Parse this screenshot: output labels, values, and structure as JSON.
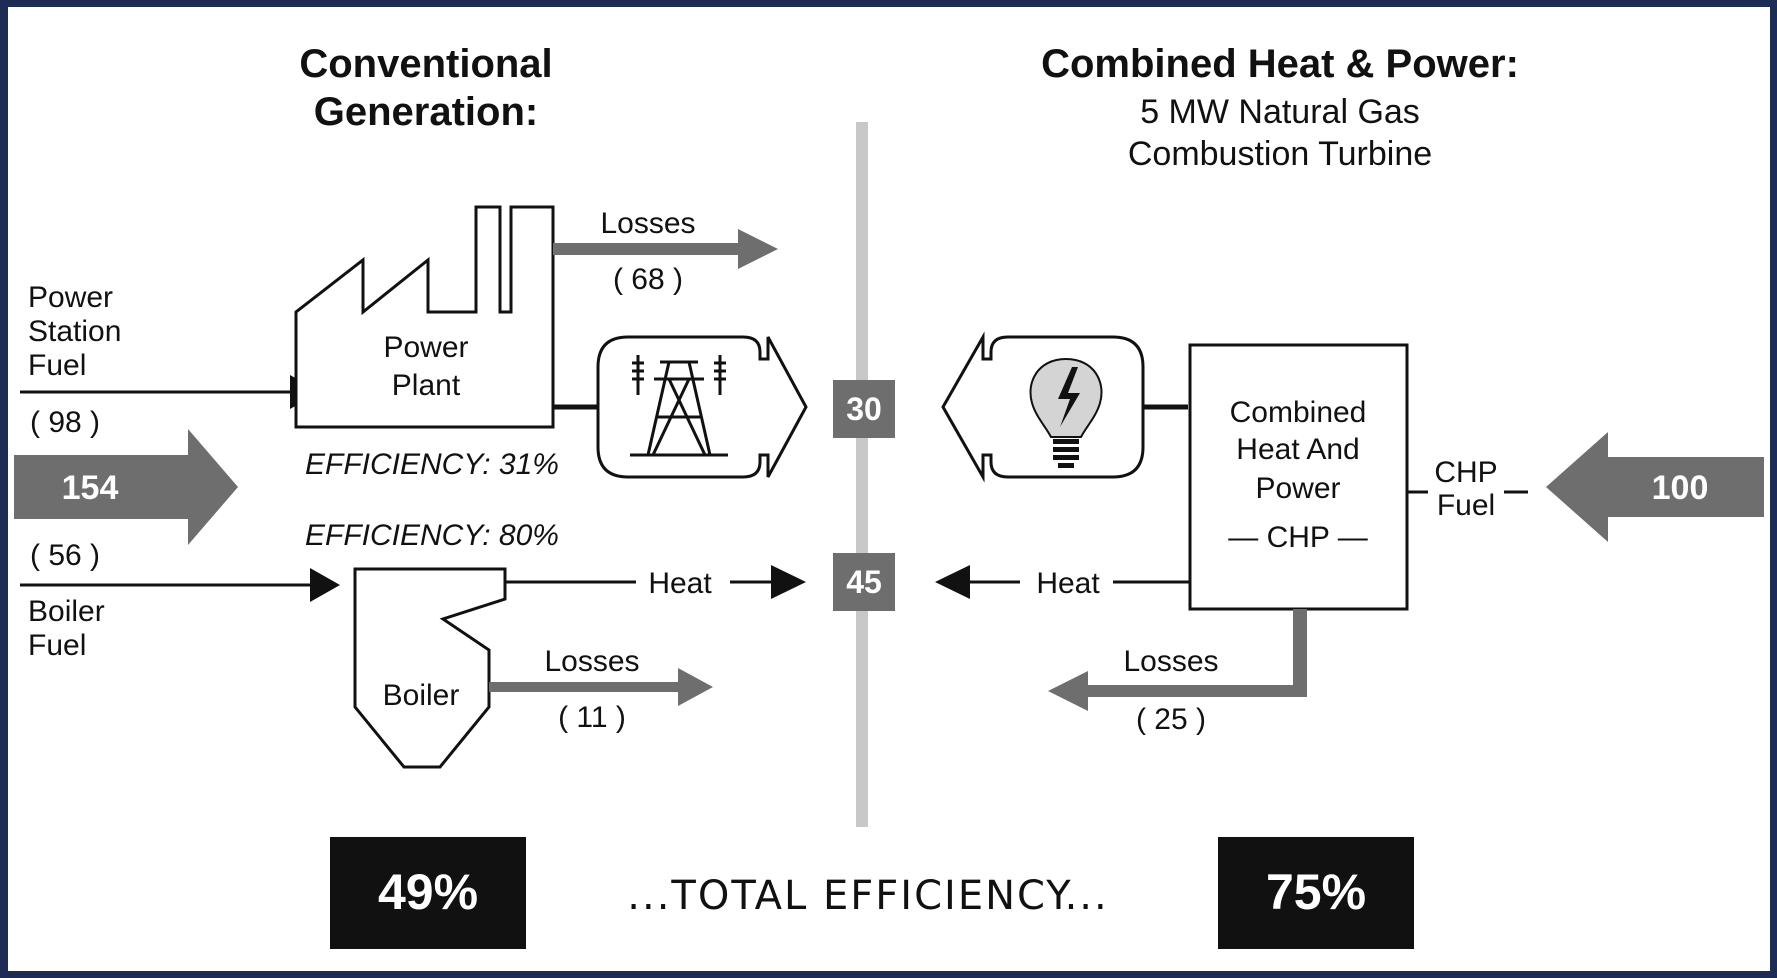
{
  "conventional": {
    "title_line1": "Conventional",
    "title_line2": "Generation:",
    "power_station_fuel": [
      "Power",
      "Station",
      "Fuel"
    ],
    "power_fuel_value": "( 98 )",
    "total_fuel_value": "154",
    "boiler_fuel_value": "( 56 )",
    "boiler_fuel": [
      "Boiler",
      "Fuel"
    ],
    "power_plant": [
      "Power",
      "Plant"
    ],
    "power_losses_label": "Losses",
    "power_losses_value": "( 68 )",
    "power_efficiency": "EFFICIENCY: 31%",
    "boiler_efficiency": "EFFICIENCY: 80%",
    "boiler_label": "Boiler",
    "boiler_heat_label": "Heat",
    "boiler_losses_label": "Losses",
    "boiler_losses_value": "( 11 )",
    "total_efficiency": "49%"
  },
  "chp": {
    "title": "Combined Heat & Power:",
    "subtitle_line1": "5 MW Natural Gas",
    "subtitle_line2": "Combustion Turbine",
    "unit_label": [
      "Combined",
      "Heat And",
      "Power",
      "— CHP —"
    ],
    "fuel_label": [
      "CHP",
      "Fuel"
    ],
    "fuel_value": "100",
    "heat_label": "Heat",
    "losses_label": "Losses",
    "losses_value": "( 25 )",
    "total_efficiency": "75%"
  },
  "outputs": {
    "electricity": "30",
    "heat": "45"
  },
  "footer": {
    "total_label": "...TOTAL EFFICIENCY..."
  },
  "colors": {
    "flow_gray": "#6e6e6e",
    "divider_gray": "#c8c8c8",
    "stroke": "#111111",
    "frame_navy": "#1c2c55"
  }
}
